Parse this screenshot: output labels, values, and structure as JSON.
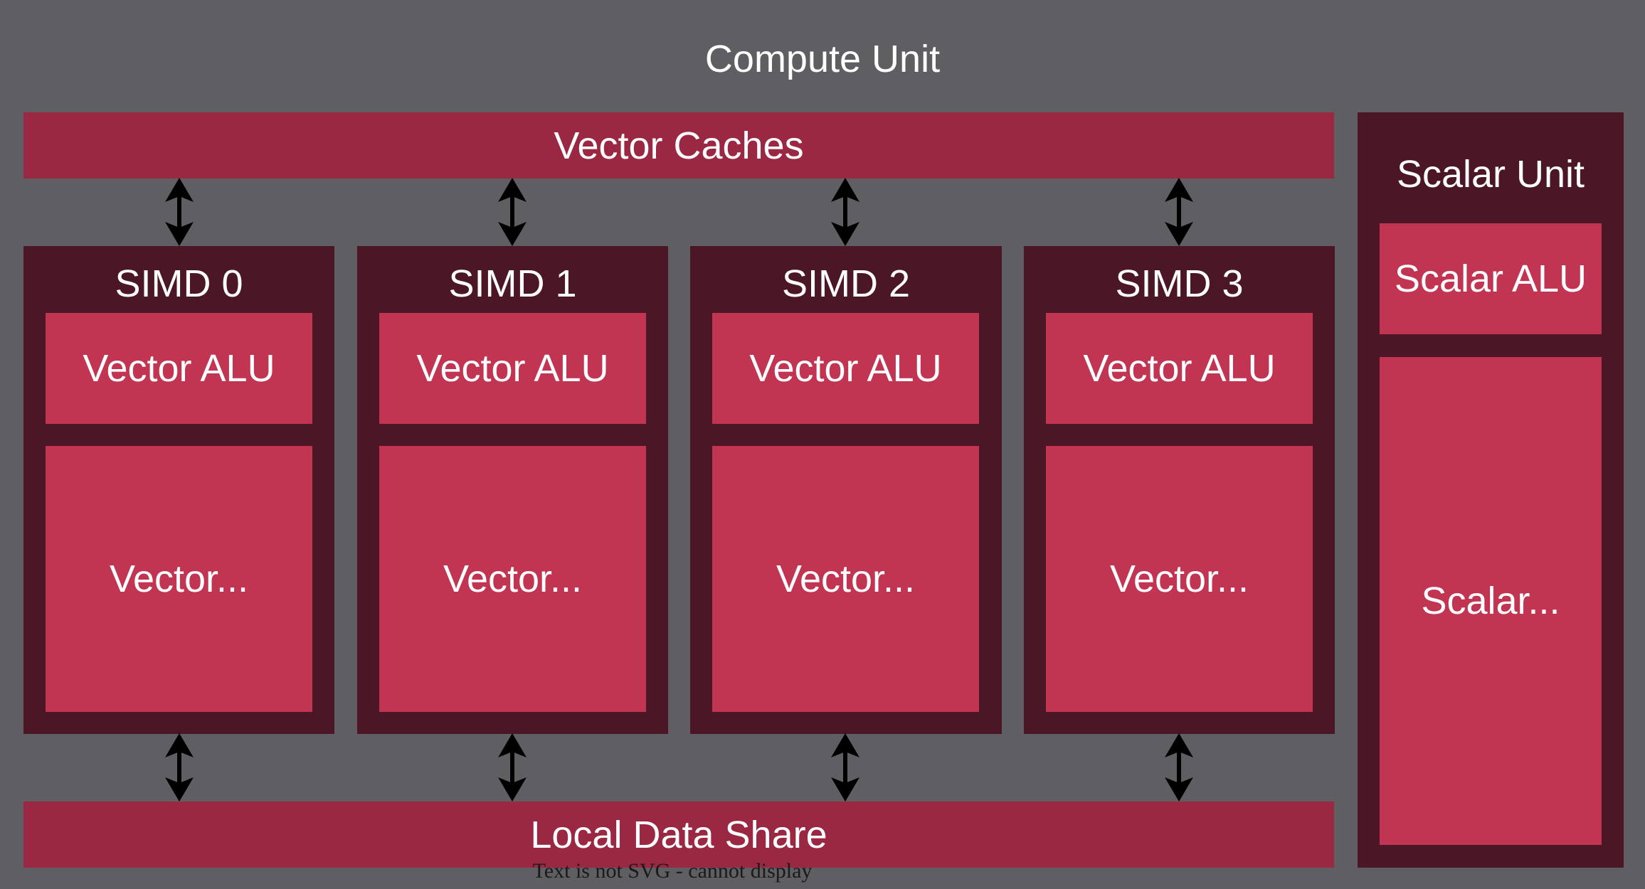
{
  "compute_unit": {
    "title": "Compute Unit"
  },
  "vector_caches": {
    "label": "Vector Caches"
  },
  "local_data_share": {
    "label": "Local Data Share"
  },
  "simds": [
    {
      "title": "SIMD 0",
      "alu": "Vector ALU",
      "regs": "Vector..."
    },
    {
      "title": "SIMD 1",
      "alu": "Vector ALU",
      "regs": "Vector..."
    },
    {
      "title": "SIMD 2",
      "alu": "Vector ALU",
      "regs": "Vector..."
    },
    {
      "title": "SIMD 3",
      "alu": "Vector ALU",
      "regs": "Vector..."
    }
  ],
  "scalar_unit": {
    "title": "Scalar Unit",
    "alu": "Scalar ALU",
    "regs": "Scalar..."
  },
  "footer": "Text is not SVG - cannot display",
  "colors": {
    "background": "#5f5e62",
    "bar": "#9b2842",
    "container": "#4b1626",
    "block": "#c13552",
    "text": "#ffffff",
    "arrow": "#000000"
  },
  "arrow_icon": "double-headed-vertical-arrow"
}
